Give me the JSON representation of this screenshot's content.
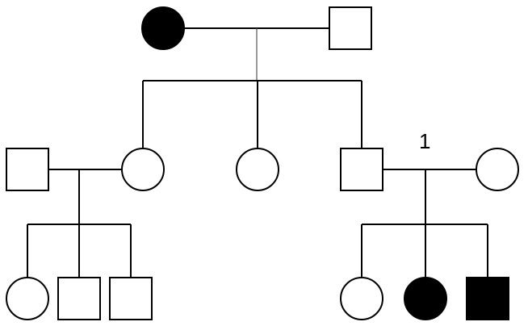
{
  "pedigree": {
    "annotations": [
      {
        "id": "label-1",
        "text": "1"
      }
    ],
    "generations": [
      {
        "id": "I",
        "individuals": [
          {
            "id": "I-1",
            "sex": "female",
            "affected": true
          },
          {
            "id": "I-2",
            "sex": "male",
            "affected": false
          }
        ]
      },
      {
        "id": "II",
        "individuals": [
          {
            "id": "II-spouse-a",
            "sex": "male",
            "affected": false
          },
          {
            "id": "II-1",
            "sex": "female",
            "affected": false
          },
          {
            "id": "II-2",
            "sex": "female",
            "affected": false
          },
          {
            "id": "II-3",
            "sex": "male",
            "affected": false
          },
          {
            "id": "II-spouse-b",
            "sex": "female",
            "affected": false
          }
        ]
      },
      {
        "id": "III",
        "individuals": [
          {
            "id": "III-1",
            "sex": "female",
            "affected": false
          },
          {
            "id": "III-2",
            "sex": "male",
            "affected": false
          },
          {
            "id": "III-3",
            "sex": "male",
            "affected": false
          },
          {
            "id": "III-4",
            "sex": "female",
            "affected": false
          },
          {
            "id": "III-5",
            "sex": "female",
            "affected": true
          },
          {
            "id": "III-6",
            "sex": "male",
            "affected": true
          }
        ]
      }
    ]
  }
}
